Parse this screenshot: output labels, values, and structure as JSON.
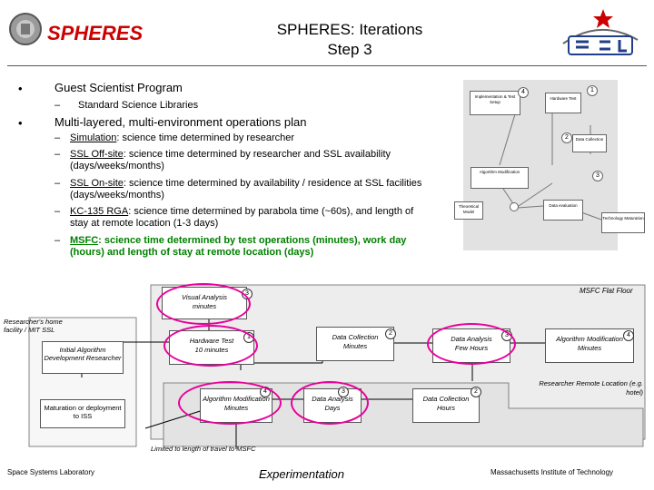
{
  "header": {
    "brand": "SPHERES",
    "title_line1": "SPHERES: Iterations",
    "title_line2": "Step 3"
  },
  "bullets": {
    "b1": "Guest Scientist Program",
    "b1_sub": "Standard Science Libraries",
    "b2": "Multi-layered, multi-environment operations plan",
    "items": [
      {
        "lead": "Simulation",
        "rest": ": science time determined by researcher"
      },
      {
        "lead": "SSL Off-site",
        "rest": ": science time determined by researcher and SSL availability (days/weeks/months)"
      },
      {
        "lead": "SSL On-site",
        "rest": ": science time determined by availability / residence at SSL facilities (days/weeks/months)"
      },
      {
        "lead": "KC-135 RGA",
        "rest": ": science time determined by parabola time (~60s), and length of stay at remote location (1-3 days)"
      },
      {
        "lead": "MSFC",
        "rest": ": science time determined by test operations (minutes), work day (hours) and length of stay at remote location (days)"
      }
    ]
  },
  "mini": {
    "impl": "Implementation & Test Setup",
    "hw": "Hardware Test",
    "dc": "Data Collection",
    "am": "Algorithm Modification",
    "tm": "Theoretical Model",
    "de": "Data evaluation",
    "tmat": "Technology Maturation",
    "n4": "4",
    "n1": "1",
    "n2": "2",
    "n3": "3"
  },
  "flow": {
    "msfc_flat": "MSFC Flat Floor",
    "home": "Researcher's home facility / MIT SSL",
    "remote": "Researcher Remote Location (e.g. hotel)",
    "init": "Initial Algorithm Development Researcher",
    "mature": "Maturation or deployment to ISS",
    "va": "Visual Analysis",
    "va_t": "minutes",
    "hwt": "Hardware Test",
    "hwt_t": "10 minutes",
    "dc1": "Data Collection",
    "dc1_t": "Minutes",
    "da1": "Data Analysis",
    "da1_t": "Few Hours",
    "am1": "Algorithm Modification",
    "am1_t": "Minutes",
    "am2": "Algorithm Modification",
    "am2_t": "Minutes",
    "da2": "Data Analysis",
    "da2_t": "Days",
    "dc2": "Data Collection",
    "dc2_t": "Hours",
    "limit": "Limited to length of travel to MSFC",
    "n3": "3",
    "n1": "1",
    "n2": "2",
    "n3b": "3",
    "n4": "4",
    "n4b": "4",
    "n3c": "3",
    "n2b": "2"
  },
  "footer": {
    "left": "Space Systems Laboratory",
    "center": "Experimentation",
    "right": "Massachusetts Institute of Technology"
  },
  "colors": {
    "brand": "#cc0000",
    "msfc": "#008000",
    "oval": "#e8009a"
  }
}
